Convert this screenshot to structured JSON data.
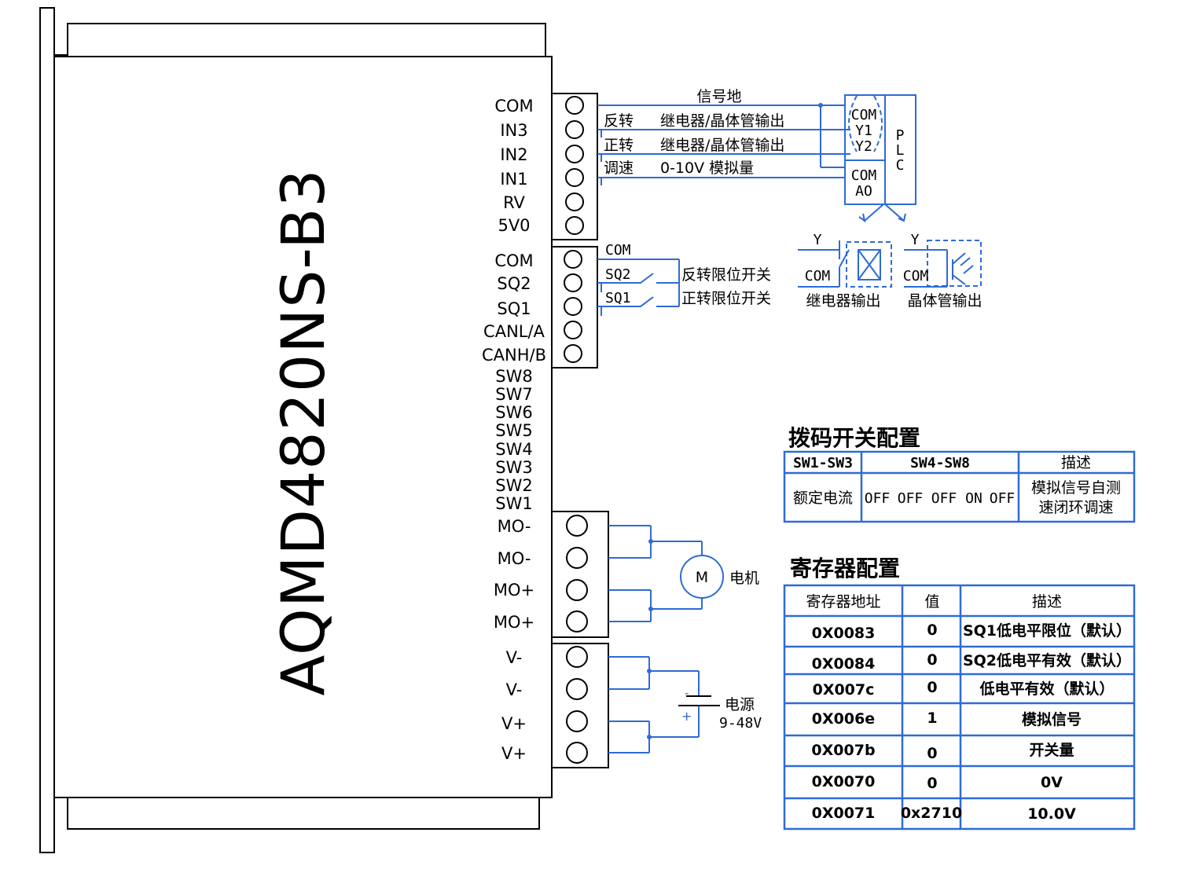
{
  "device": {
    "model": "AQMD4820NS-B3"
  },
  "pins": {
    "connector1": [
      "COM",
      "IN3",
      "IN2",
      "IN1",
      "RV",
      "5V0"
    ],
    "connector2": [
      "COM",
      "SQ2",
      "SQ1",
      "CANL/A",
      "CANH/B"
    ],
    "switches": [
      "SW8",
      "SW7",
      "SW6",
      "SW5",
      "SW4",
      "SW3",
      "SW2",
      "SW1"
    ],
    "motor": [
      "MO-",
      "MO-",
      "MO+",
      "MO+"
    ],
    "power": [
      "V-",
      "V-",
      "V+",
      "V+"
    ]
  },
  "plc_wiring": {
    "signal_ground": "信号地",
    "rows": [
      {
        "name": "反转",
        "desc": "继电器/晶体管输出"
      },
      {
        "name": "正转",
        "desc": "继电器/晶体管输出"
      },
      {
        "name": "调速",
        "desc": "0-10V 模拟量"
      }
    ],
    "plc_pins_top": [
      "COM",
      "Y1",
      "Y2"
    ],
    "plc_pins_bottom": [
      "COM",
      "AO"
    ],
    "plc_label": [
      "P",
      "L",
      "C"
    ]
  },
  "output_types": {
    "relay": {
      "y": "Y",
      "com": "COM",
      "label": "继电器输出"
    },
    "transistor": {
      "y": "Y",
      "com": "COM",
      "label": "晶体管输出"
    }
  },
  "limit_switches": {
    "com": "COM",
    "sq2": "SQ2",
    "sq1": "SQ1",
    "sq2_desc": "反转限位开关",
    "sq1_desc": "正转限位开关"
  },
  "motor": {
    "symbol": "M",
    "label": "电机"
  },
  "power": {
    "label": "电源",
    "range": "9-48V",
    "minus": "-",
    "plus": "+"
  },
  "dip_table": {
    "title": "拨码开关配置",
    "headers": [
      "SW1-SW3",
      "SW4-SW8",
      "描述"
    ],
    "row": {
      "sw1_3": "额定电流",
      "sw4_8": [
        "OFF",
        "OFF",
        "OFF",
        "ON",
        "OFF"
      ],
      "desc_line1": "模拟信号自测",
      "desc_line2": "速闭环调速"
    }
  },
  "reg_table": {
    "title": "寄存器配置",
    "headers": [
      "寄存器地址",
      "值",
      "描述"
    ],
    "rows": [
      {
        "addr": "0X0083",
        "val": "0",
        "desc": "SQ1低电平限位（默认）"
      },
      {
        "addr": "0X0084",
        "val": "0",
        "desc": "SQ2低电平有效（默认）"
      },
      {
        "addr": "0X007c",
        "val": "0",
        "desc": "低电平有效（默认）"
      },
      {
        "addr": "0X006e",
        "val": "1",
        "desc": "模拟信号"
      },
      {
        "addr": "0X007b",
        "val": "0",
        "desc": "开关量"
      },
      {
        "addr": "0X0070",
        "val": "0",
        "desc": "0V"
      },
      {
        "addr": "0X0071",
        "val": "0x2710",
        "desc": "10.0V"
      }
    ]
  },
  "colors": {
    "wire": "#2e6bd6",
    "outline": "#000000"
  }
}
